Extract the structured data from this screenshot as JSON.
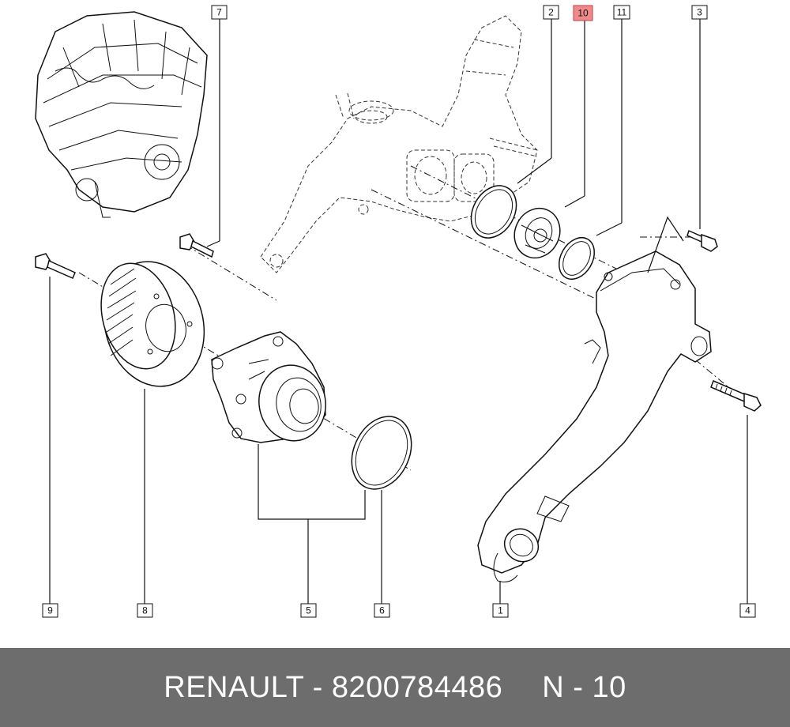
{
  "callouts": [
    {
      "id": "1",
      "highlight": false
    },
    {
      "id": "2",
      "highlight": false
    },
    {
      "id": "3",
      "highlight": false
    },
    {
      "id": "4",
      "highlight": false
    },
    {
      "id": "5",
      "highlight": false
    },
    {
      "id": "6",
      "highlight": false
    },
    {
      "id": "7",
      "highlight": false
    },
    {
      "id": "8",
      "highlight": false
    },
    {
      "id": "9",
      "highlight": false
    },
    {
      "id": "10",
      "highlight": true
    },
    {
      "id": "11",
      "highlight": false
    }
  ],
  "footer": {
    "brand": "RENAULT - 8200784486",
    "diagram_ref": "N - 10"
  },
  "colors": {
    "highlight": "#f08a8a",
    "footer_bg": "#6d6d6d",
    "footer_text": "#ffffff"
  }
}
